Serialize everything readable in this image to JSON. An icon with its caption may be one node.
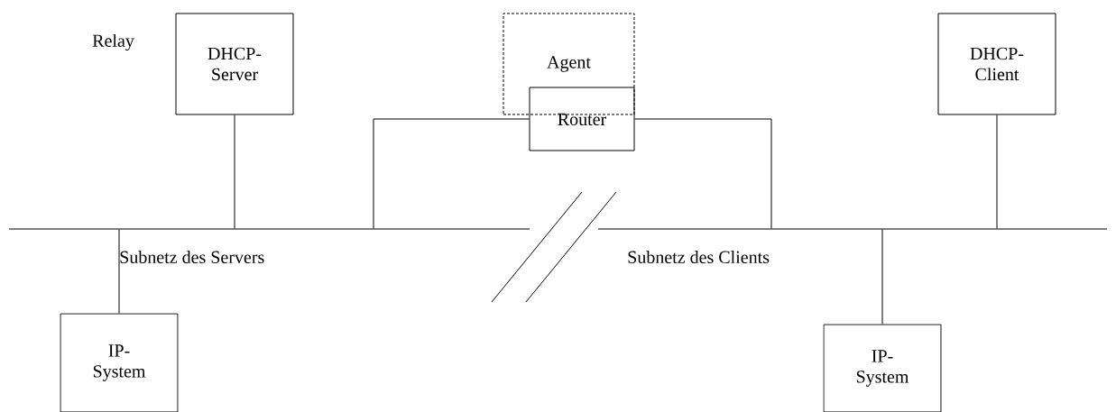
{
  "diagram": {
    "nodes": [
      {
        "text": [
          "DHCP- Server"
        ]
      },
      {
        "text": [
          "Agent"
        ]
      },
      {
        "text": [
          "Router"
        ]
      },
      {
        "text": [
          "DHCP- Client"
        ]
      },
      {
        "text": [],
        "shape": "bar",
        "beside": [
          "Subnetz des Servers"
        ]
      },
      {
        "text": [],
        "shape": "bar",
        "beside": [
          "Subnetz des Clients"
        ]
      },
      {
        "text": [
          "IP- System"
        ]
      },
      {
        "text": [
          "IP- System"
        ]
      }
    ],
    "edges": [
      {
        "from": 0,
        "to": 4,
        "arrow": "none"
      },
      {
        "from": 2,
        "to": 4,
        "arrow": "none"
      },
      {
        "from": 2,
        "to": 5,
        "arrow": "none"
      },
      {
        "from": 3,
        "to": 5,
        "arrow": "none"
      },
      {
        "from": 4,
        "to": 6,
        "arrow": "none"
      },
      {
        "from": 5,
        "to": 7,
        "arrow": "none"
      }
    ],
    "labels": [
      "Relay"
    ]
  }
}
